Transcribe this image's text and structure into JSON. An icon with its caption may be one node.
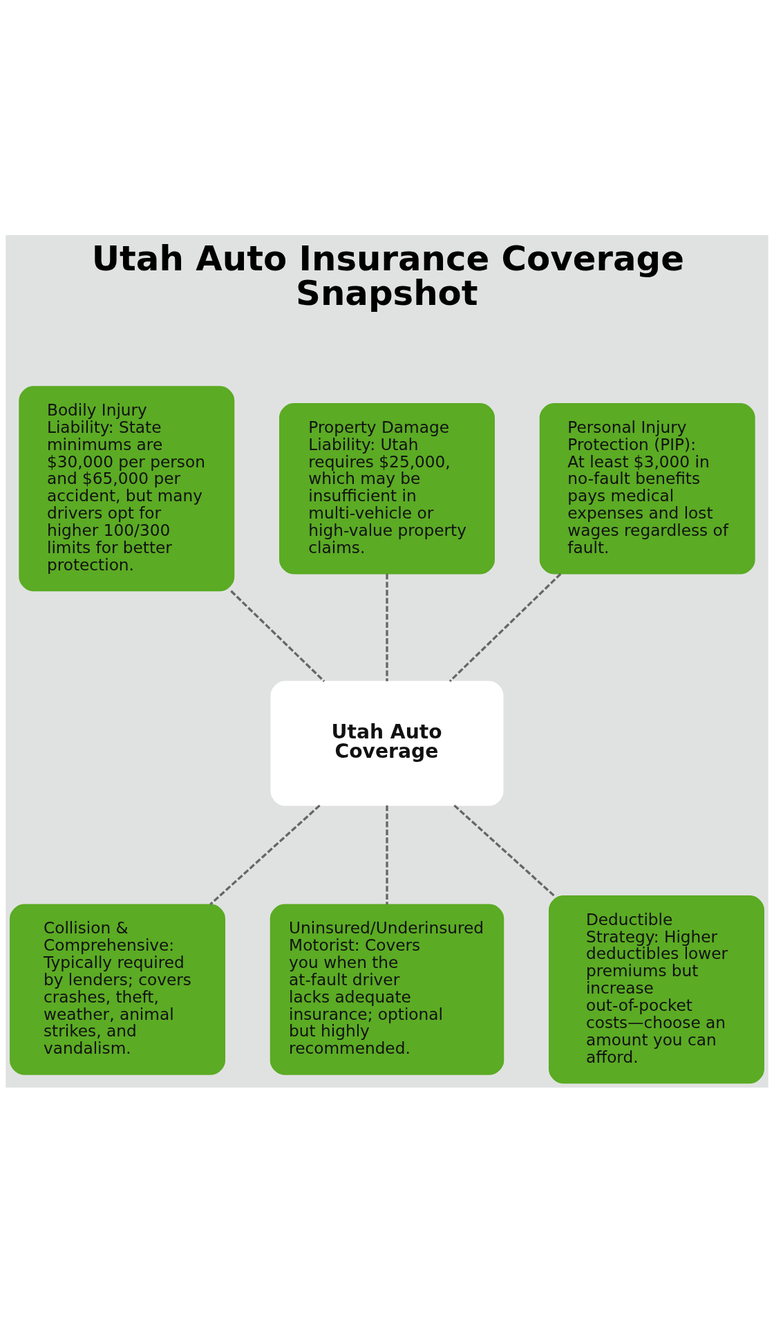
{
  "diagram": {
    "title": "Utah Auto Insurance Coverage Snapshot",
    "nodes": [
      {
        "text": [
          "Bodily Injury Liability: State minimums are $30,000 per person and $65,000 per accident, but many drivers opt for higher 100/300 limits for better protection."
        ]
      },
      {
        "text": [
          "Property Damage Liability: Utah requires $25,000, which may be insufficient in multi-vehicle or high-value property claims."
        ]
      },
      {
        "text": [
          "Personal Injury Protection (PIP): At least $3,000 in no-fault benefits pays medical expenses and lost wages regardless of fault."
        ]
      },
      {
        "text": [
          "Utah Auto Coverage"
        ]
      },
      {
        "text": [
          "Collision & Comprehensive: Typically required by lenders; covers crashes, theft, weather, animal strikes, and vandalism."
        ]
      },
      {
        "text": [
          "Uninsured/Underinsured Motorist: Covers you when the at-fault driver lacks adequate insurance; optional but highly recommended."
        ]
      },
      {
        "text": [
          "Deductible Strategy: Higher deductibles lower premiums but increase out-of-pocket costs—choose an amount you can afford."
        ]
      }
    ],
    "edges": [
      {
        "from": 0,
        "to": 3,
        "arrow": "none",
        "style": "dashed"
      },
      {
        "from": 1,
        "to": 3,
        "arrow": "none",
        "style": "dashed"
      },
      {
        "from": 2,
        "to": 3,
        "arrow": "none",
        "style": "dashed"
      },
      {
        "from": 3,
        "to": 4,
        "arrow": "none",
        "style": "dashed"
      },
      {
        "from": 3,
        "to": 5,
        "arrow": "none",
        "style": "dashed"
      },
      {
        "from": 3,
        "to": 6,
        "arrow": "none",
        "style": "dashed"
      }
    ]
  }
}
